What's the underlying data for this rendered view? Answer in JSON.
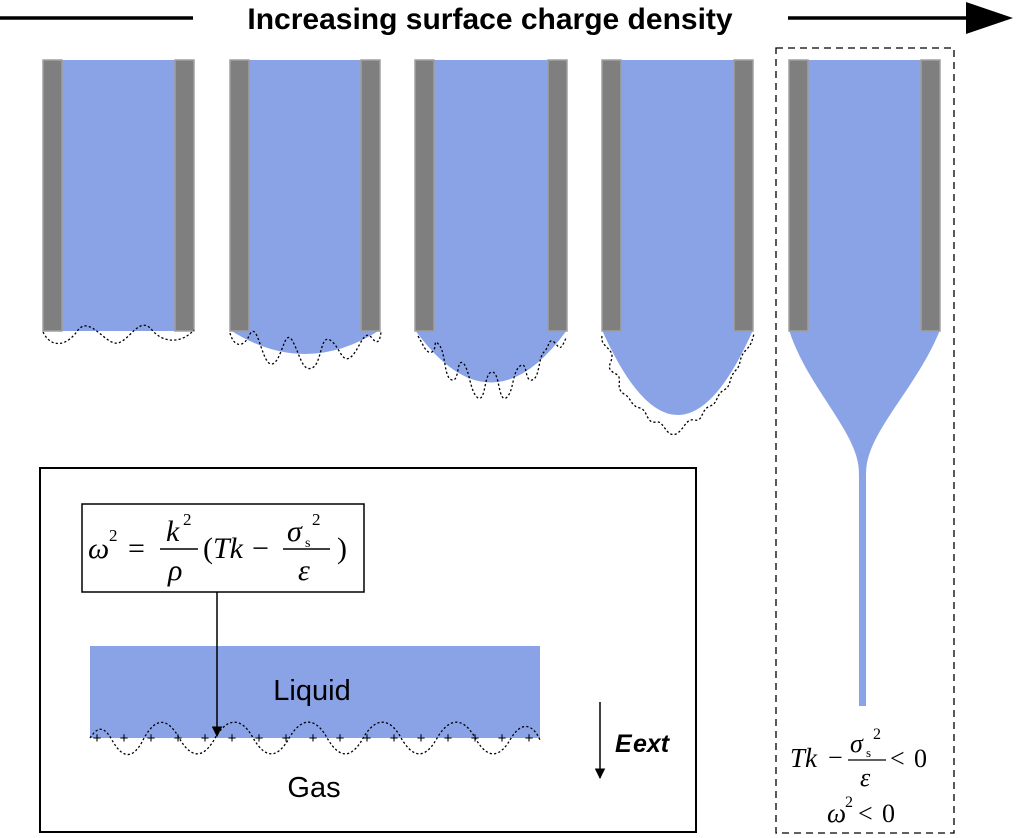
{
  "header": {
    "title": "Increasing surface charge density"
  },
  "inset": {
    "liquid_label": "Liquid",
    "gas_label": "Gas",
    "field_label": "E",
    "field_subscript": "ext",
    "surface_charge_symbol": "+",
    "dispersion": {
      "lhs": "ω",
      "exp": "2",
      "eq": "=",
      "k": "k",
      "rho": "ρ",
      "lparen": "(",
      "tk": "Tk",
      "minus": "−",
      "sigma": "σ",
      "sigma_sub": "s",
      "epsilon": "ε",
      "rparen": ")"
    }
  },
  "jet_condition": {
    "tk": "Tk",
    "minus": "−",
    "sigma": "σ",
    "sigma_sub": "s",
    "exp": "2",
    "epsilon": "ε",
    "lt": "<",
    "zero": "0",
    "omega": "ω"
  },
  "colors": {
    "liquid": "#8aa2e6",
    "nozzle_wall": "#7f7f7f",
    "nozzle_outline": "#a0a0a0",
    "ink": "#000000"
  }
}
